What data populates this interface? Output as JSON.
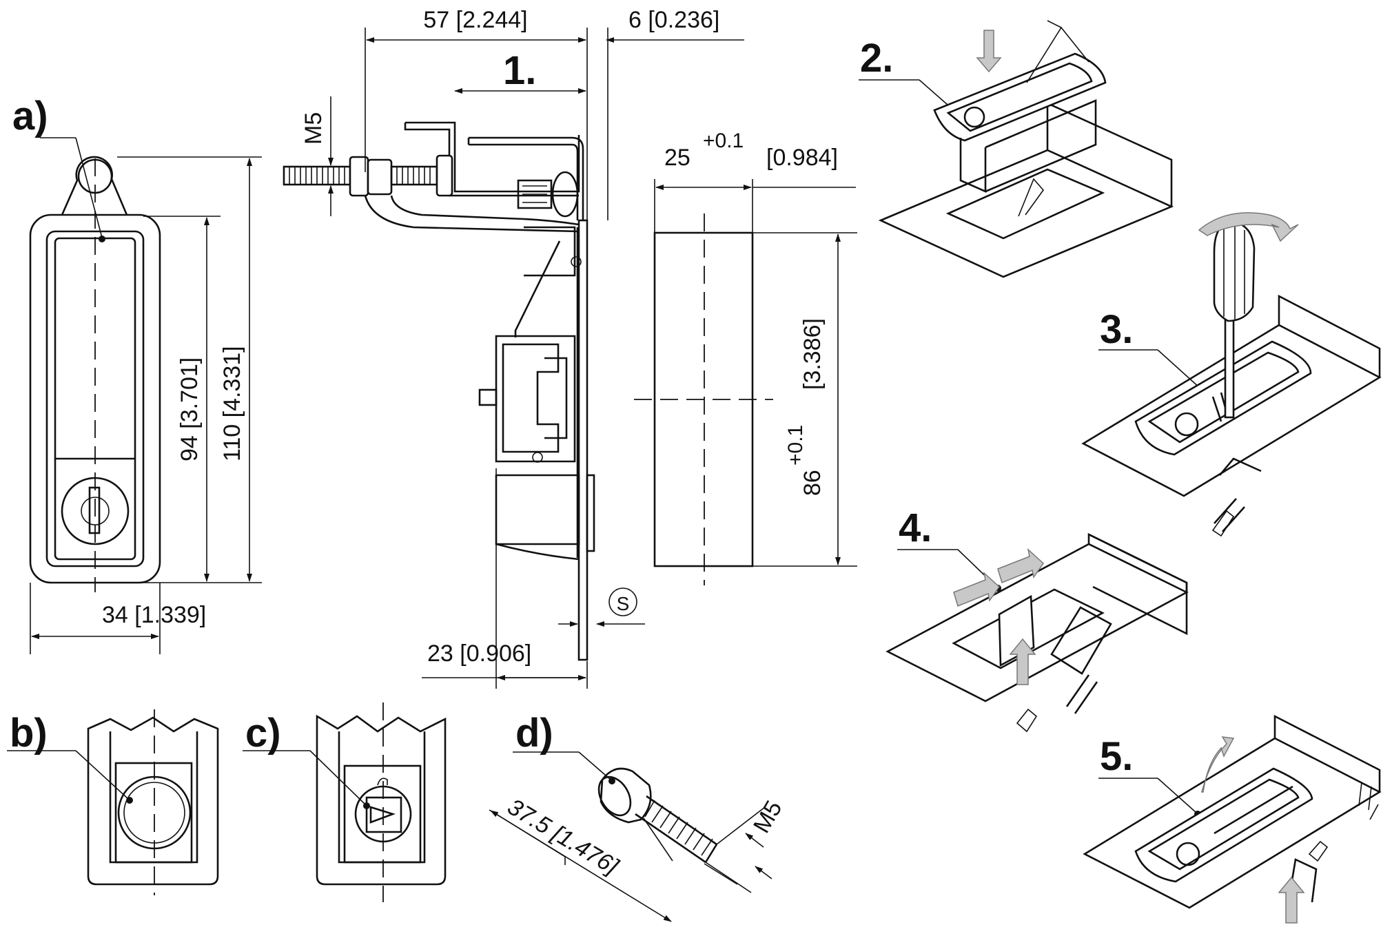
{
  "diagram": {
    "views": {
      "a": {
        "label": "a)"
      },
      "b": {
        "label": "b)"
      },
      "c": {
        "label": "c)"
      },
      "d": {
        "label": "d)"
      }
    },
    "dimensions": {
      "width_a": "34 [1.339]",
      "height_94": "94 [3.701]",
      "height_110": "110 [4.331]",
      "depth_57": "57 [2.244]",
      "panel_6": "6 [0.236]",
      "depth_23": "23 [0.906]",
      "thread_m5_side": "M5",
      "cutout_width_main": "25",
      "cutout_width_tol": "+0.1",
      "cutout_width_in": "[0.984]",
      "cutout_height_main": "86",
      "cutout_height_tol": "+0.1",
      "cutout_height_in": "[3.386]",
      "bolt_length": "37.5 [1.476]",
      "thread_m5_bolt": "M5",
      "panel_thickness_symbol": "S"
    },
    "steps": [
      "1.",
      "2.",
      "3.",
      "4.",
      "5."
    ]
  }
}
